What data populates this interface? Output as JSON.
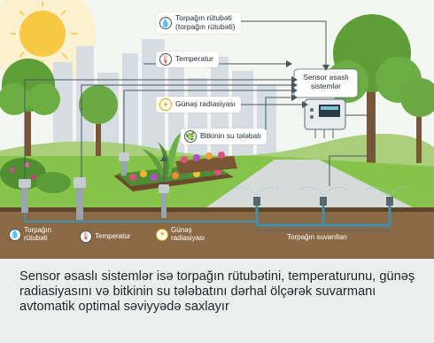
{
  "labels": {
    "soil_moisture_top": "Torpağın rütubəti\n(torpağın rütubəti)",
    "temperature": "Temperatur",
    "solar": "Günəş radiasiyası",
    "plant_water": "Bitkinin su tələbatı",
    "controller": "Sensor əsaslı\nsistemlər",
    "soil_moisture_bottom": "Torpağın\nrütubəti",
    "temperature_bottom": "Temperatur",
    "solar_bottom": "Günəş\nradiasiyası",
    "sprinklers": "Torpağın suvarılları"
  },
  "caption": "Sensor əsaslı sistemlər isə torpağın rütubətini, temperaturunu, günəş radiasiyasını və bitkinin su tələbatını dərhal ölçərək suvarmanı avtomatik optimal səviyyədə saxlayır",
  "icons": [
    "water-drop-icon",
    "thermometer-icon",
    "sun-icon",
    "plant-icon"
  ],
  "colors": {
    "sky": "#f2f4ee",
    "grass": "#7bbf3e",
    "soil": "#8a6a45",
    "pipe": "#3f8fb0",
    "sun": "#f7c843",
    "controller": "#e6ebee"
  }
}
